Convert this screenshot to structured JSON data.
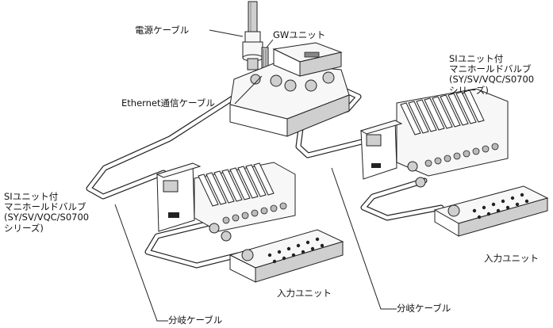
{
  "labels": {
    "power_cable": "電源ケーブル",
    "gw_unit": "GWユニット",
    "ethernet_cable": "Ethernet通信ケーブル",
    "si_manifold_right": [
      "SIユニット付",
      "マニホールドバルブ",
      "(SY/SV/VQC/S0700",
      "シリーズ)"
    ],
    "si_manifold_left": [
      "SIユニット付",
      "マニホールドバルブ",
      "(SY/SV/VQC/S0700",
      "シリーズ)"
    ],
    "input_unit_right": "入力ユニット",
    "input_unit_bottom": "入力ユニット",
    "branch_cable_right": "分岐ケーブル",
    "branch_cable_bottom": "分岐ケーブル"
  }
}
